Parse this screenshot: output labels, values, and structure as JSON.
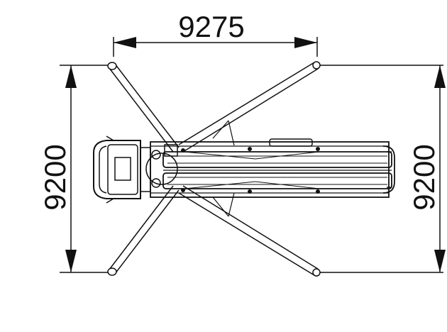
{
  "dimensions": {
    "top_width": "9275",
    "left_height": "9200",
    "right_height": "9200"
  }
}
